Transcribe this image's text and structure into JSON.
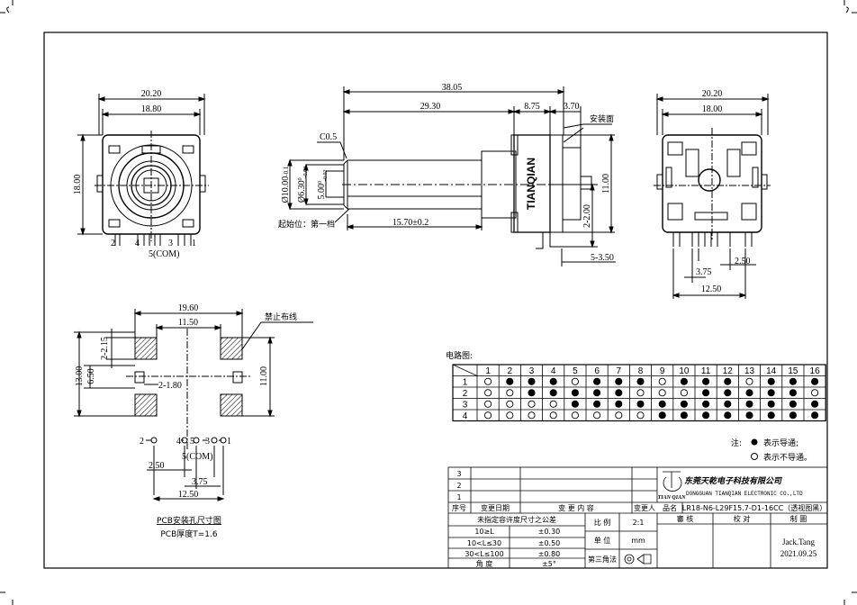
{
  "front_view": {
    "w1": "20.20",
    "w2": "18.80",
    "h": "18.00",
    "pin2": "2",
    "pin4": "4",
    "pin3": "3",
    "pin1": "1",
    "com": "5(COM)"
  },
  "side_view": {
    "total": "38.05",
    "shaft": "29.30",
    "body": "8.75",
    "back": "3.70",
    "chamfer": "C0.5",
    "mount_face": "安装面",
    "dia_outer": "Ø10.00",
    "dia_outer_tol": "-0.1",
    "dia_shaft": "Ø6.30",
    "dia_shaft_tol_top": "0",
    "dia_shaft_tol_bot": "-0.02",
    "flat": "5.00",
    "flat_tol_top": "0",
    "flat_tol_bot": "-0.02",
    "start": "起始位：第一档",
    "flat_len": "15.70±0.2",
    "pin_h": "2-2.00",
    "height": "11.00",
    "pin_len": "5-3.50",
    "brand": "TIANQIAN"
  },
  "rear_view": {
    "w1": "20.20",
    "w2": "18.00",
    "pin_pitch": "2.50",
    "pin_sp": "3.75",
    "pin_total": "12.50"
  },
  "pcb": {
    "w1": "19.60",
    "w2": "11.50",
    "h1": "2-2.15",
    "h2": "13.00",
    "h3": "6.50",
    "slot": "2-1.80",
    "height": "11.00",
    "forbidden": "禁止布线",
    "p2": "2",
    "p4": "4",
    "p5": "5",
    "p3": "3",
    "p1": "1",
    "com": "5(COM)",
    "d1": "2.50",
    "d2": "3.75",
    "d3": "12.50",
    "title": "PCB安装孔尺寸图",
    "thickness": "PCB厚度T=1.6"
  },
  "circuit": {
    "title": "电路图:",
    "cols": [
      "1",
      "2",
      "3",
      "4",
      "5",
      "6",
      "7",
      "8",
      "9",
      "10",
      "11",
      "12",
      "13",
      "14",
      "15",
      "16"
    ],
    "rows": [
      {
        "label": "1",
        "cells": [
          0,
          1,
          1,
          1,
          0,
          1,
          1,
          1,
          0,
          1,
          1,
          1,
          0,
          1,
          1,
          1
        ]
      },
      {
        "label": "2",
        "cells": [
          0,
          0,
          1,
          1,
          1,
          1,
          1,
          0,
          0,
          0,
          1,
          1,
          1,
          1,
          1,
          0
        ]
      },
      {
        "label": "3",
        "cells": [
          0,
          0,
          0,
          0,
          1,
          1,
          1,
          1,
          1,
          1,
          1,
          1,
          1,
          1,
          1,
          1
        ]
      },
      {
        "label": "4",
        "cells": [
          0,
          0,
          0,
          0,
          0,
          0,
          0,
          0,
          1,
          1,
          1,
          1,
          1,
          1,
          1,
          1
        ]
      }
    ],
    "legend_prefix": "注:",
    "legend_on": "表示导通;",
    "legend_off": "表示不导通。"
  },
  "title_block": {
    "rev_rows": [
      "3",
      "2",
      "1"
    ],
    "h_seq": "序号",
    "h_date": "变更日期",
    "h_content": "变  更  内  容",
    "h_person": "变更人",
    "product_label": "品名",
    "product": "LR18-N6-L29F15.7-D1-16CC（透视图黑）",
    "company_cn": "东莞天乾电子科技有限公司",
    "company_en": "DONGGUAN TIANQIAN ELECTRONIC CO.,LTD",
    "logo_text": "TIAN QIAN",
    "tol_title": "未指定容许度尺寸之公差",
    "tol_rows": [
      {
        "range": "10≥L",
        "tol": "±0.30"
      },
      {
        "range": "10<L≤30",
        "tol": "±0.50"
      },
      {
        "range": "30<L≤100",
        "tol": "±0.80"
      },
      {
        "range": "角    度",
        "tol": "±5°"
      }
    ],
    "scale_label": "比  例",
    "scale": "2:1",
    "unit_label": "单  位",
    "unit": "mm",
    "proj_label": "第三角法",
    "approve": "審  核",
    "check": "校  对",
    "draw": "制  圖",
    "drawer": "Jack.Tang",
    "date": "2021.09.25"
  }
}
